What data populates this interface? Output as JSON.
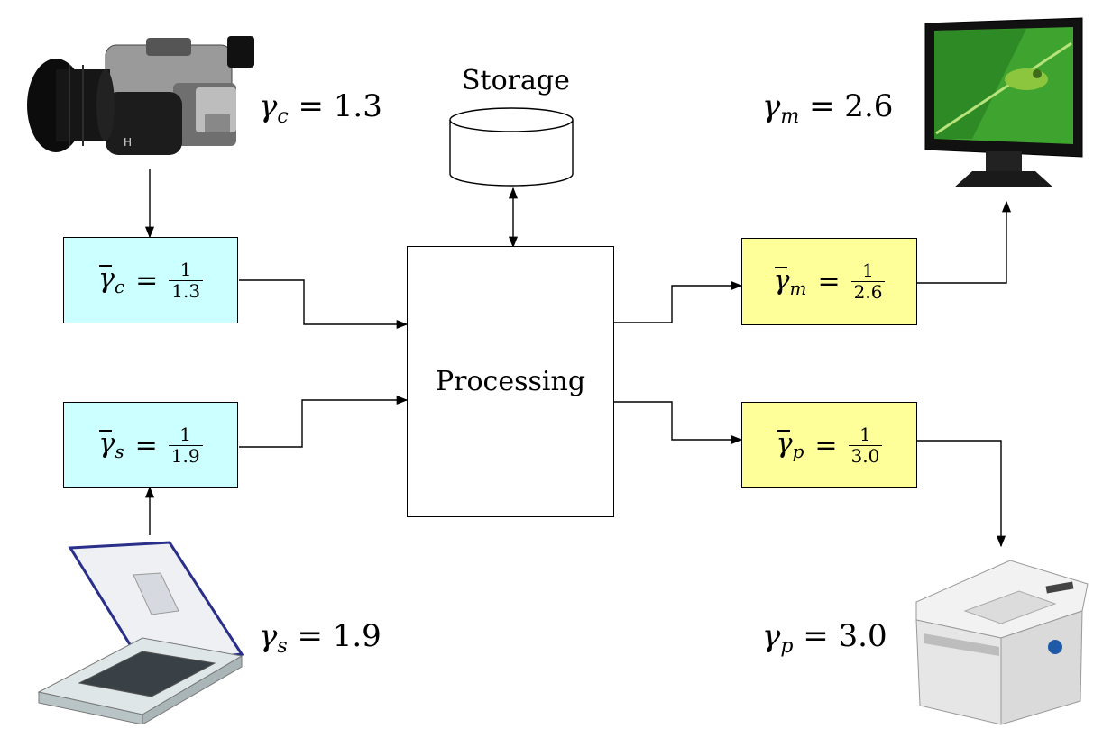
{
  "storage": {
    "label": "Storage"
  },
  "processing": {
    "label": "Processing"
  },
  "boxes": {
    "camera": {
      "symbol": "γ̄",
      "subscript": "c",
      "equals": "=",
      "numerator": "1",
      "denominator": "1.3",
      "color": "#ccffff"
    },
    "scanner": {
      "symbol": "γ̄",
      "subscript": "s",
      "equals": "=",
      "numerator": "1",
      "denominator": "1.9",
      "color": "#ccffff"
    },
    "monitor": {
      "symbol": "γ̄",
      "subscript": "m",
      "equals": "=",
      "numerator": "1",
      "denominator": "2.6",
      "color": "#ffff99"
    },
    "printer": {
      "symbol": "γ̄",
      "subscript": "p",
      "equals": "=",
      "numerator": "1",
      "denominator": "3.0",
      "color": "#ffff99"
    }
  },
  "device_gammas": {
    "camera": {
      "symbol": "γ",
      "subscript": "c",
      "equals": "= 1.3"
    },
    "scanner": {
      "symbol": "γ",
      "subscript": "s",
      "equals": "= 1.9"
    },
    "monitor": {
      "symbol": "γ",
      "subscript": "m",
      "equals": "= 2.6"
    },
    "printer": {
      "symbol": "γ",
      "subscript": "p",
      "equals": "= 3.0"
    }
  },
  "devices": {
    "camera": "camera-icon",
    "scanner": "scanner-icon",
    "monitor": "monitor-icon",
    "printer": "printer-icon"
  }
}
